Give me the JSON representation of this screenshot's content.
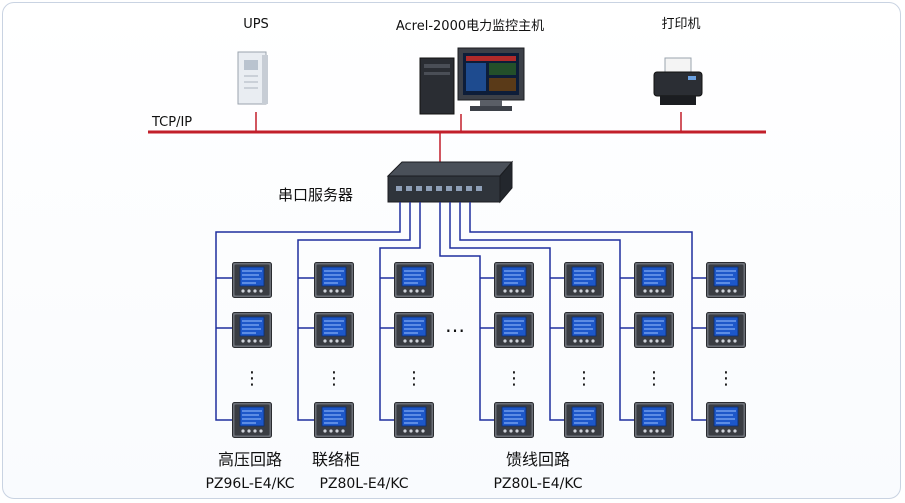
{
  "diagram": {
    "top_devices": {
      "ups": "UPS",
      "host": "Acrel-2000电力监控主机",
      "printer": "打印机"
    },
    "network_label": "TCP/IP",
    "serial_server": "串口服务器",
    "ellipsis": "⋮",
    "middle_ellipsis": "…",
    "groups": [
      {
        "name": "高压回路",
        "model": "PZ96L-E4/KC"
      },
      {
        "name": "联络柜",
        "model": "PZ80L-E4/KC"
      },
      {
        "name": "馈线回路",
        "model": "PZ80L-E4/KC"
      }
    ],
    "colors": {
      "bus": "#c21f2a",
      "rs485": "#1f2f9e",
      "meter_screen": "#1d57c9"
    }
  }
}
